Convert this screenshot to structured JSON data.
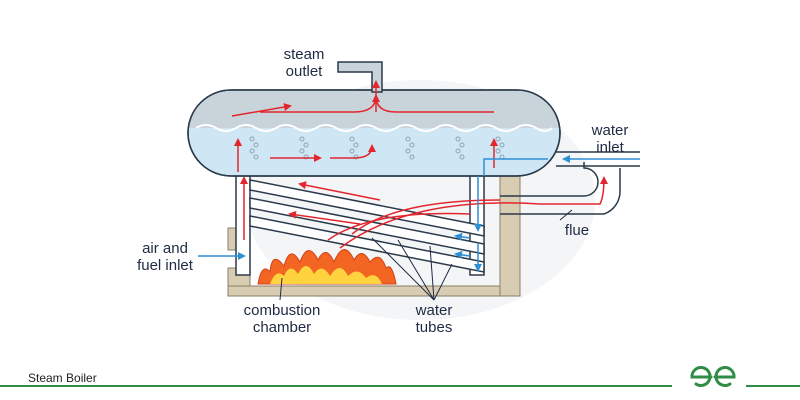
{
  "labels": {
    "steam_outlet": [
      "steam",
      "outlet"
    ],
    "water_inlet": [
      "water",
      "inlet"
    ],
    "flue": "flue",
    "air_fuel_inlet": [
      "air and",
      "fuel inlet"
    ],
    "combustion_chamber": [
      "combustion",
      "chamber"
    ],
    "water_tubes": [
      "water",
      "tubes"
    ]
  },
  "footer": {
    "title": "Steam Boiler",
    "accent_color": "#2f8d46"
  },
  "colors": {
    "drum_steam": "#c9d3da",
    "water": "#cfe6f5",
    "outline": "#2b3a4a",
    "hot_flow": "#e3262e",
    "cold_flow": "#2d8fd6",
    "masonry": "#d8cdb2",
    "flame_outer": "#f26522",
    "flame_inner": "#ffd23f"
  },
  "icons": {
    "brand": "gfg-logo-icon"
  }
}
